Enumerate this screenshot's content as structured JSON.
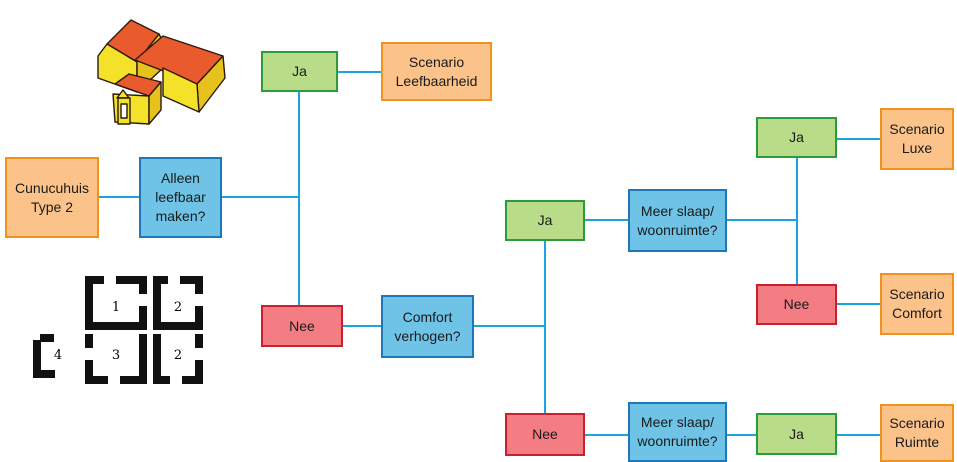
{
  "nodes": {
    "start": {
      "label": "Cunucuhuis\nType 2",
      "color": "orange"
    },
    "q1": {
      "label": "Alleen\nleefbaar\nmaken?",
      "color": "blue"
    },
    "q1_ja": {
      "label": "Ja",
      "color": "green"
    },
    "s_leefbaarheid": {
      "label": "Scenario\nLeefbaarheid",
      "color": "orange"
    },
    "q1_nee": {
      "label": "Nee",
      "color": "red"
    },
    "q2": {
      "label": "Comfort\nverhogen?",
      "color": "blue"
    },
    "q2_ja": {
      "label": "Ja",
      "color": "green"
    },
    "q3": {
      "label": "Meer slaap/\nwoonruimte?",
      "color": "blue"
    },
    "q3_ja": {
      "label": "Ja",
      "color": "green"
    },
    "s_luxe": {
      "label": "Scenario\nLuxe",
      "color": "orange"
    },
    "q3_nee": {
      "label": "Nee",
      "color": "red"
    },
    "s_comfort": {
      "label": "Scenario\nComfort",
      "color": "orange"
    },
    "q2_nee": {
      "label": "Nee",
      "color": "red"
    },
    "q4": {
      "label": "Meer slaap/\nwoonruimte?",
      "color": "blue"
    },
    "q4_ja": {
      "label": "Ja",
      "color": "green"
    },
    "s_ruimte": {
      "label": "Scenario\nRuimte",
      "color": "orange"
    }
  },
  "floorplan": {
    "rooms": [
      "1",
      "2",
      "3",
      "2",
      "4"
    ]
  },
  "colors": {
    "line": "#1aa3dc",
    "orange_fill": "#fbc28a",
    "blue_fill": "#6ec3e6",
    "green_fill": "#b9dc88",
    "red_fill": "#f47d84"
  }
}
